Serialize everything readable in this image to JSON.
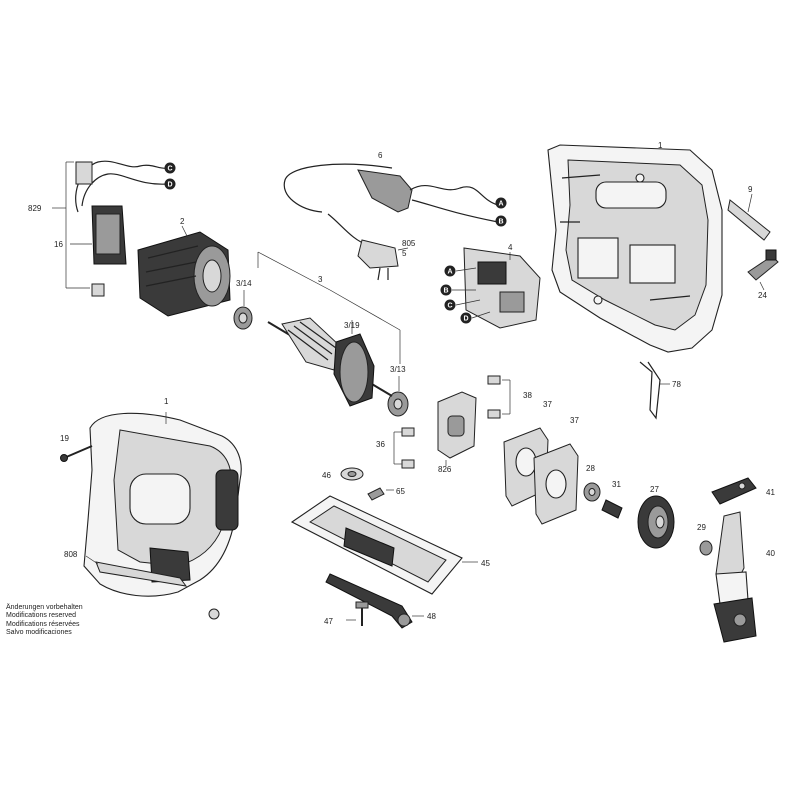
{
  "labels": {
    "p1a": "1",
    "p1b": "1",
    "p2": "2",
    "p3": "3",
    "p3_14": "3/14",
    "p3_9": "3/19",
    "p3_13": "3/13",
    "p4": "4",
    "p5": "5",
    "p6": "6",
    "p805": "805",
    "p9": "9",
    "p16": "16",
    "p19": "19",
    "p24": "24",
    "p27": "27",
    "p28": "28",
    "p29": "29",
    "p31": "31",
    "p36": "36",
    "p37a": "37",
    "p37b": "37",
    "p38": "38",
    "p40": "40",
    "p41": "41",
    "p45": "45",
    "p46": "46",
    "p47": "47",
    "p48": "48",
    "p65": "65",
    "p78": "78",
    "p808": "808",
    "p826": "826",
    "p829": "829"
  },
  "connectors": {
    "a": "A",
    "b": "B",
    "c": "C",
    "d": "D"
  },
  "note_lines": [
    "Änderungen vorbehalten",
    "Modifications reserved",
    "Modifications réservées",
    "Salvo modificaciones"
  ]
}
